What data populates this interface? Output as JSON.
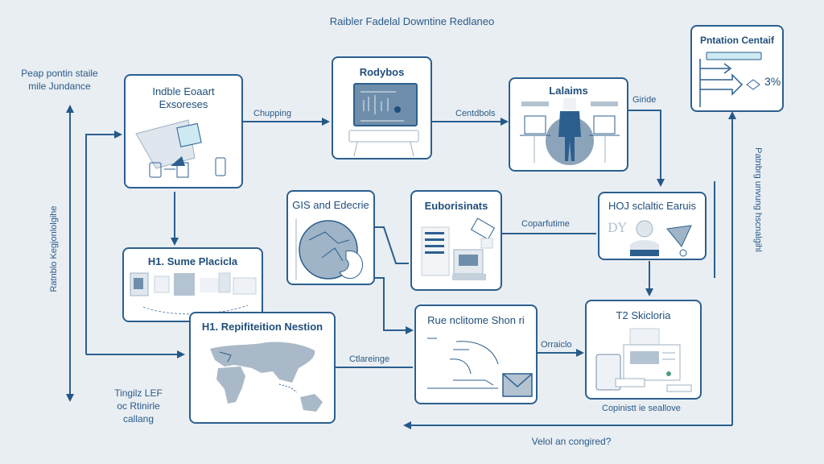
{
  "title": "Raibler Fadelal Downtine Redlaneo",
  "notes": {
    "top_left": [
      "Peap pontin staile",
      "mile Jundance"
    ],
    "left_vertical": "Ratnblo Kegjonlolgihe",
    "bottom_left": [
      "Tingilz LEF",
      "oc Rtinirle",
      "callang"
    ],
    "right_vertical": "Patnbrg unvung hscnalgihl",
    "bottom_center": "Velol an congired?"
  },
  "boxes": {
    "expenses": {
      "title": [
        "Indble Eoaart",
        "Exsoreses"
      ]
    },
    "rodybos": {
      "title": "Rodybos"
    },
    "lalaims": {
      "title": "Lalaims"
    },
    "pntation": {
      "title": "Pntation Centaif",
      "value": "3%"
    },
    "gis": {
      "title": "GIS and Edecrie"
    },
    "euborisinats": {
      "title": "Euborisinats"
    },
    "hoj": {
      "title": "HOJ sclaltic Earuis"
    },
    "sume": {
      "title": "H1. Sume Placicla"
    },
    "repifiteition": {
      "title": "H1. Repifiteition Nestion"
    },
    "rue": {
      "title": "Rue nclitome Shon ri"
    },
    "t2": {
      "title": "T2 Skicloria",
      "caption": "Copinistt ie seallove"
    }
  },
  "edges": {
    "chupping": "Chupping",
    "centdbols": "Centdbols",
    "giride": "Giride",
    "coparfutime": "Coparfutime",
    "ctlareinge": "Ctlareinge",
    "orraiclo": "Orraiclo"
  },
  "colors": {
    "background": "#e9eef3",
    "stroke": "#2c5f8e",
    "accent": "#1f4e7a",
    "fill_gray": "#a9b9c8"
  }
}
